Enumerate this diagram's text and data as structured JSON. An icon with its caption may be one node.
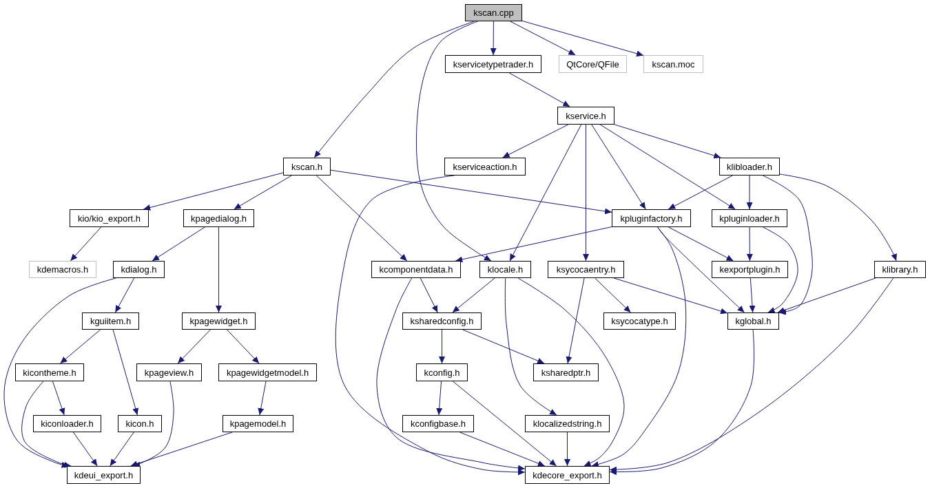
{
  "diagram": {
    "nodes": [
      {
        "text": [
          "kscan.cpp"
        ]
      },
      {
        "text": [
          "kservicetypetrader.h"
        ]
      },
      {
        "text": [
          "QtCore/QFile"
        ]
      },
      {
        "text": [
          "kscan.moc"
        ]
      },
      {
        "text": [
          "kservice.h"
        ]
      },
      {
        "text": [
          "kscan.h"
        ]
      },
      {
        "text": [
          "kserviceaction.h"
        ]
      },
      {
        "text": [
          "klibloader.h"
        ]
      },
      {
        "text": [
          "kio/kio_export.h"
        ]
      },
      {
        "text": [
          "kpagedialog.h"
        ]
      },
      {
        "text": [
          "kpluginfactory.h"
        ]
      },
      {
        "text": [
          "kpluginloader.h"
        ]
      },
      {
        "text": [
          "kdemacros.h"
        ]
      },
      {
        "text": [
          "kdialog.h"
        ]
      },
      {
        "text": [
          "kcomponentdata.h"
        ]
      },
      {
        "text": [
          "klocale.h"
        ]
      },
      {
        "text": [
          "ksycocaentry.h"
        ]
      },
      {
        "text": [
          "kexportplugin.h"
        ]
      },
      {
        "text": [
          "klibrary.h"
        ]
      },
      {
        "text": [
          "kguiitem.h"
        ]
      },
      {
        "text": [
          "kpagewidget.h"
        ]
      },
      {
        "text": [
          "ksharedconfig.h"
        ]
      },
      {
        "text": [
          "ksycocatype.h"
        ]
      },
      {
        "text": [
          "kglobal.h"
        ]
      },
      {
        "text": [
          "kicontheme.h"
        ]
      },
      {
        "text": [
          "kpageview.h"
        ]
      },
      {
        "text": [
          "kpagewidgetmodel.h"
        ]
      },
      {
        "text": [
          "kconfig.h"
        ]
      },
      {
        "text": [
          "ksharedptr.h"
        ]
      },
      {
        "text": [
          "kiconloader.h"
        ]
      },
      {
        "text": [
          "kicon.h"
        ]
      },
      {
        "text": [
          "kpagemodel.h"
        ]
      },
      {
        "text": [
          "kconfigbase.h"
        ]
      },
      {
        "text": [
          "klocalizedstring.h"
        ]
      },
      {
        "text": [
          "kdeui_export.h"
        ]
      },
      {
        "text": [
          "kdecore_export.h"
        ]
      }
    ],
    "edges": [
      {
        "from": 0,
        "to": 5,
        "arrow": "to"
      },
      {
        "from": 0,
        "to": 15,
        "arrow": "to"
      },
      {
        "from": 0,
        "to": 1,
        "arrow": "to"
      },
      {
        "from": 0,
        "to": 2,
        "arrow": "to"
      },
      {
        "from": 0,
        "to": 3,
        "arrow": "to"
      },
      {
        "from": 1,
        "to": 4,
        "arrow": "to"
      },
      {
        "from": 4,
        "to": 6,
        "arrow": "to"
      },
      {
        "from": 4,
        "to": 15,
        "arrow": "to"
      },
      {
        "from": 4,
        "to": 16,
        "arrow": "to"
      },
      {
        "from": 4,
        "to": 10,
        "arrow": "to"
      },
      {
        "from": 4,
        "to": 11,
        "arrow": "to"
      },
      {
        "from": 4,
        "to": 7,
        "arrow": "to"
      },
      {
        "from": 5,
        "to": 8,
        "arrow": "to"
      },
      {
        "from": 5,
        "to": 9,
        "arrow": "to"
      },
      {
        "from": 5,
        "to": 14,
        "arrow": "to"
      },
      {
        "from": 5,
        "to": 10,
        "arrow": "to"
      },
      {
        "from": 6,
        "to": 35,
        "arrow": "to"
      },
      {
        "from": 7,
        "to": 10,
        "arrow": "to"
      },
      {
        "from": 7,
        "to": 11,
        "arrow": "to"
      },
      {
        "from": 7,
        "to": 23,
        "arrow": "to"
      },
      {
        "from": 7,
        "to": 18,
        "arrow": "to"
      },
      {
        "from": 8,
        "to": 12,
        "arrow": "to"
      },
      {
        "from": 9,
        "to": 13,
        "arrow": "to"
      },
      {
        "from": 9,
        "to": 20,
        "arrow": "to"
      },
      {
        "from": 10,
        "to": 14,
        "arrow": "to"
      },
      {
        "from": 10,
        "to": 17,
        "arrow": "to"
      },
      {
        "from": 10,
        "to": 23,
        "arrow": "to"
      },
      {
        "from": 10,
        "to": 35,
        "arrow": "to"
      },
      {
        "from": 11,
        "to": 17,
        "arrow": "to"
      },
      {
        "from": 11,
        "to": 23,
        "arrow": "to"
      },
      {
        "from": 13,
        "to": 19,
        "arrow": "to"
      },
      {
        "from": 13,
        "to": 34,
        "arrow": "to"
      },
      {
        "from": 14,
        "to": 21,
        "arrow": "to"
      },
      {
        "from": 14,
        "to": 35,
        "arrow": "to"
      },
      {
        "from": 15,
        "to": 21,
        "arrow": "to"
      },
      {
        "from": 15,
        "to": 33,
        "arrow": "to"
      },
      {
        "from": 15,
        "to": 35,
        "arrow": "to"
      },
      {
        "from": 16,
        "to": 28,
        "arrow": "to"
      },
      {
        "from": 16,
        "to": 22,
        "arrow": "to"
      },
      {
        "from": 16,
        "to": 23,
        "arrow": "to"
      },
      {
        "from": 17,
        "to": 23,
        "arrow": "to"
      },
      {
        "from": 18,
        "to": 23,
        "arrow": "to"
      },
      {
        "from": 18,
        "to": 35,
        "arrow": "to"
      },
      {
        "from": 19,
        "to": 24,
        "arrow": "to"
      },
      {
        "from": 19,
        "to": 30,
        "arrow": "to"
      },
      {
        "from": 20,
        "to": 25,
        "arrow": "to"
      },
      {
        "from": 20,
        "to": 26,
        "arrow": "to"
      },
      {
        "from": 21,
        "to": 27,
        "arrow": "to"
      },
      {
        "from": 21,
        "to": 28,
        "arrow": "to"
      },
      {
        "from": 23,
        "to": 35,
        "arrow": "to"
      },
      {
        "from": 24,
        "to": 29,
        "arrow": "to"
      },
      {
        "from": 24,
        "to": 34,
        "arrow": "to"
      },
      {
        "from": 25,
        "to": 34,
        "arrow": "to"
      },
      {
        "from": 26,
        "to": 31,
        "arrow": "to"
      },
      {
        "from": 27,
        "to": 32,
        "arrow": "to"
      },
      {
        "from": 27,
        "to": 35,
        "arrow": "to"
      },
      {
        "from": 29,
        "to": 34,
        "arrow": "to"
      },
      {
        "from": 30,
        "to": 34,
        "arrow": "to"
      },
      {
        "from": 31,
        "to": 34,
        "arrow": "to"
      },
      {
        "from": 32,
        "to": 35,
        "arrow": "to"
      },
      {
        "from": 33,
        "to": 35,
        "arrow": "to"
      }
    ]
  }
}
